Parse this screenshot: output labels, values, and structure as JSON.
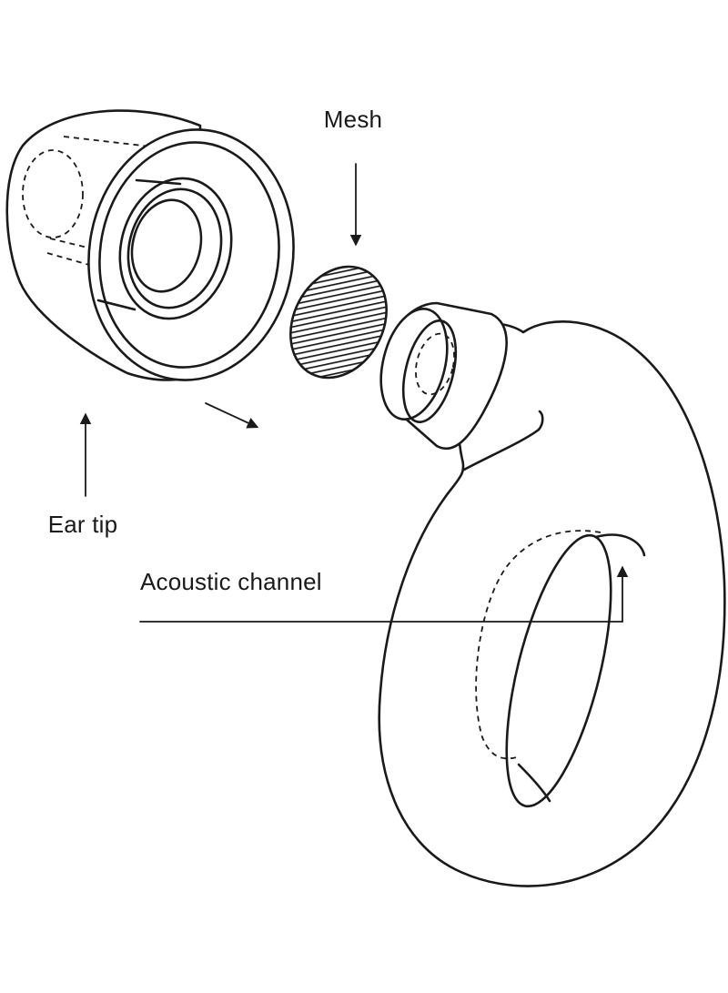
{
  "labels": {
    "mesh": "Mesh",
    "ear_tip": "Ear tip",
    "acoustic_channel": "Acoustic channel"
  },
  "colors": {
    "line": "#1a1a1a",
    "background": "#ffffff",
    "mesh_fill": "#333333"
  }
}
